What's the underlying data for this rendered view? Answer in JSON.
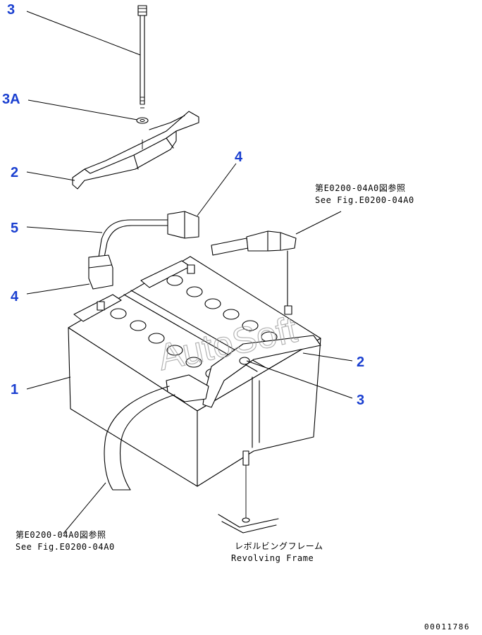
{
  "callouts": {
    "bolt_top": "3",
    "washer": "3A",
    "bracket_top": "2",
    "terminal_top": "4",
    "cable": "5",
    "terminal_left": "4",
    "battery": "1",
    "bracket_right": "2",
    "bolt_right": "3"
  },
  "notes": {
    "ref_top_jp": "第E0200-04A0図参照",
    "ref_top_en": "See Fig.E0200-04A0",
    "ref_bottom_jp": "第E0200-04A0図参照",
    "ref_bottom_en": "See Fig.E0200-04A0",
    "frame_jp": "レボルビングフレーム",
    "frame_en": "Revolving Frame"
  },
  "watermark": "AutoSoft",
  "drawing_number": "00011786"
}
